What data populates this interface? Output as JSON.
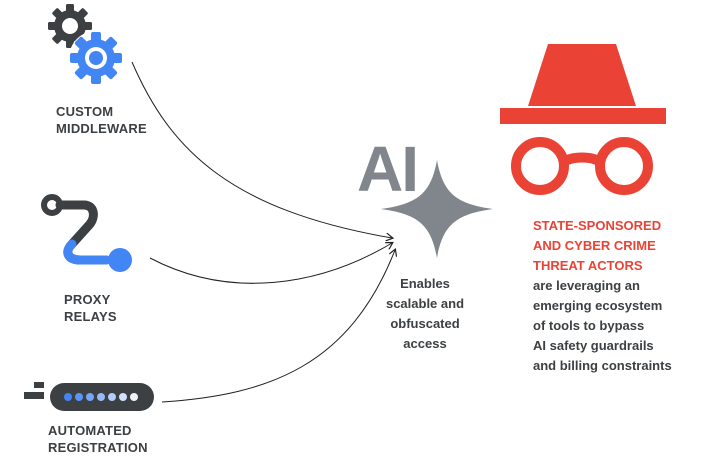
{
  "sources": [
    {
      "label_line1": "CUSTOM",
      "label_line2": "MIDDLEWARE",
      "icon": "gears-icon"
    },
    {
      "label_line1": "PROXY",
      "label_line2": "RELAYS",
      "icon": "route-icon"
    },
    {
      "label_line1": "AUTOMATED",
      "label_line2": "REGISTRATION",
      "icon": "progress-bar-icon"
    }
  ],
  "center": {
    "logo_text": "AI",
    "lines": [
      "Enables",
      "scalable and",
      "obfuscated",
      "access"
    ]
  },
  "actors": {
    "icon": "incognito-icon",
    "highlight_lines": [
      "STATE-SPONSORED",
      "AND CYBER CRIME",
      "THREAT ACTORS"
    ],
    "body_lines": [
      "are leveraging an",
      "emerging ecosystem",
      "of tools to bypass",
      "AI safety guardrails",
      "and billing constraints"
    ]
  },
  "colors": {
    "blue": "#4285f4",
    "dark": "#3c4043",
    "red": "#ea4335",
    "gray": "#80868b"
  }
}
